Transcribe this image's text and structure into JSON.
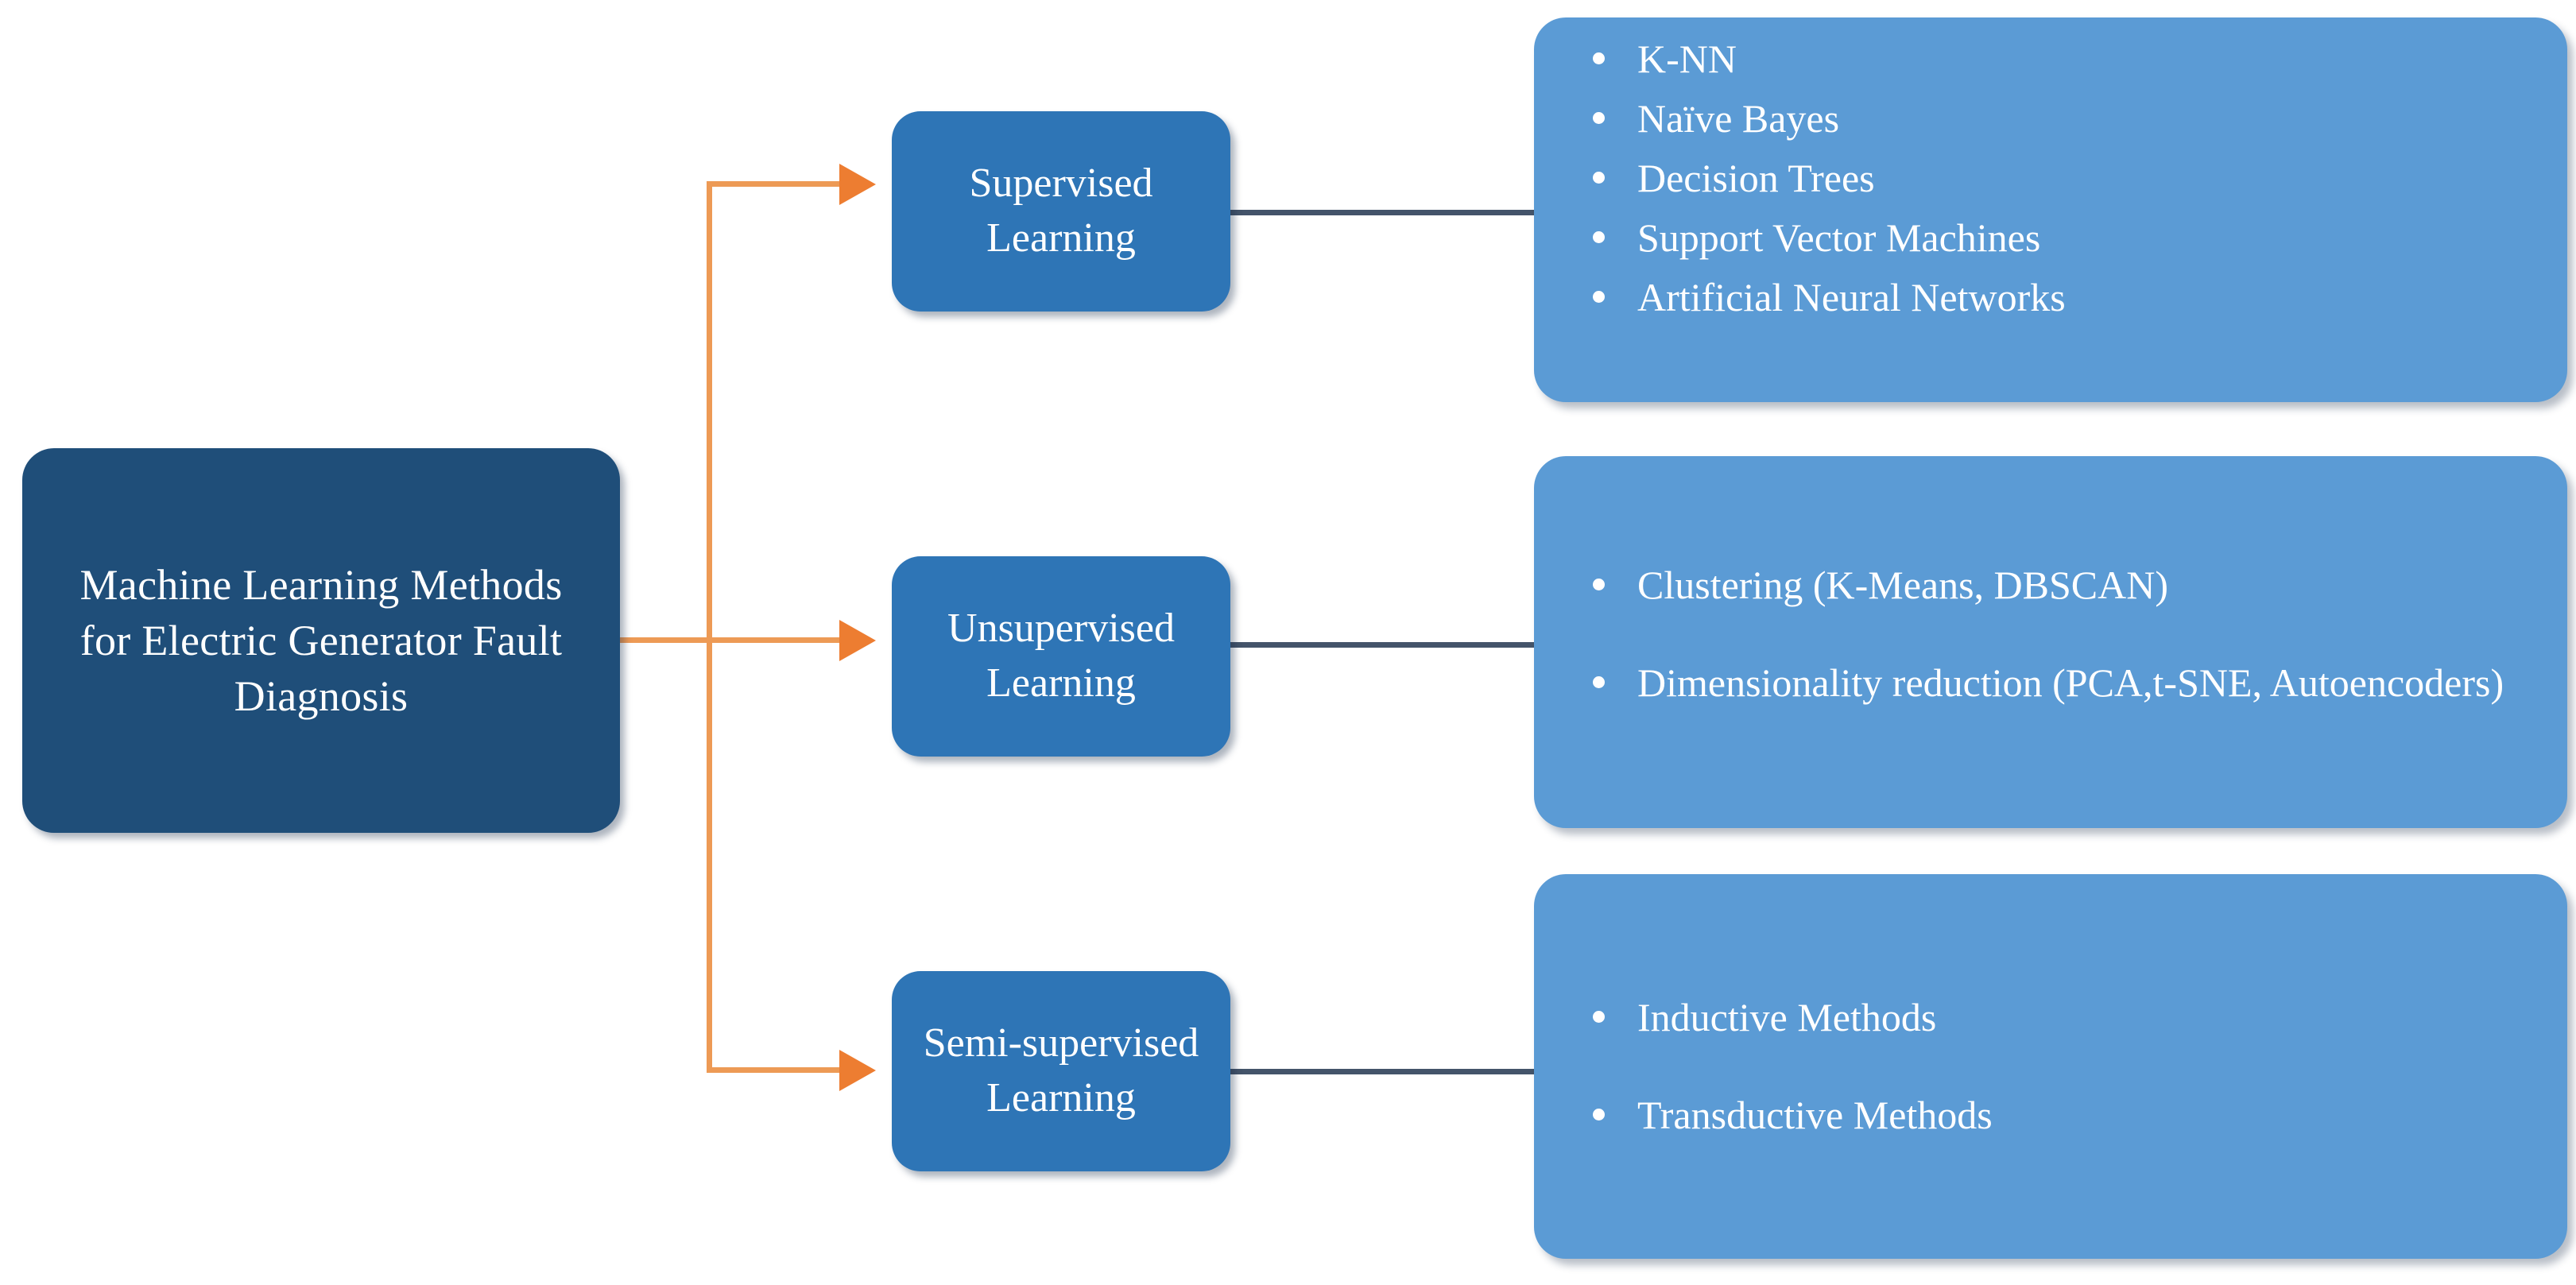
{
  "diagram": {
    "title": "Machine Learning Methods for Electric Generator Fault Diagnosis",
    "type": "hierarchy-flowchart",
    "colors": {
      "root_box": "#1f4e79",
      "category_box": "#2e75b6",
      "list_box": "#5b9bd5",
      "arrow_orange": "#ED7D31",
      "connector_navy": "#44546A",
      "text": "#ffffff",
      "background": "#ffffff"
    },
    "root": {
      "label": "Machine Learning Methods for Electric Generator Fault Diagnosis"
    },
    "branches": [
      {
        "category": "Supervised Learning",
        "items": [
          "K-NN",
          "Naïve Bayes",
          "Decision Trees",
          "Support Vector Machines",
          "Artificial Neural Networks"
        ]
      },
      {
        "category": "Unsupervised Learning",
        "items": [
          "Clustering (K-Means, DBSCAN)",
          "Dimensionality reduction (PCA,t-SNE, Autoencoders)"
        ]
      },
      {
        "category": "Semi-supervised Learning",
        "items": [
          "Inductive Methods",
          "Transductive Methods"
        ]
      }
    ]
  }
}
